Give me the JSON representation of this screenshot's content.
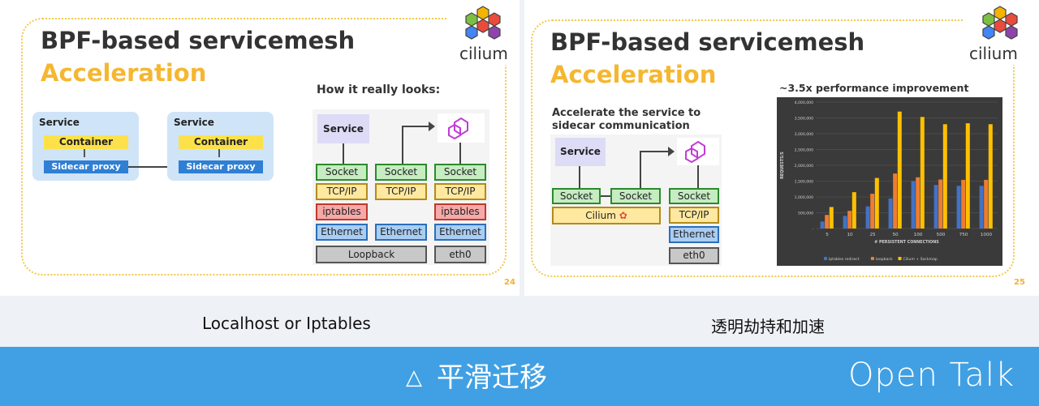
{
  "slide_left": {
    "title_line1": "BPF-based servicemesh",
    "title_line2": "Acceleration",
    "logo_text": "cilium",
    "page_number": "24",
    "services": [
      {
        "label": "Service",
        "container": "Container",
        "sidecar": "Sidecar proxy"
      },
      {
        "label": "Service",
        "container": "Container",
        "sidecar": "Sidecar proxy"
      }
    ],
    "diagram_heading": "How it really looks:",
    "diagram": {
      "service": "Service",
      "col1": [
        "Socket",
        "TCP/IP",
        "iptables",
        "Ethernet"
      ],
      "col2": [
        "Socket",
        "TCP/IP",
        "Ethernet"
      ],
      "col3": [
        "Socket",
        "TCP/IP",
        "iptables",
        "Ethernet",
        "eth0"
      ],
      "loopback": "Loopback"
    }
  },
  "slide_right": {
    "title_line1": "BPF-based servicemesh",
    "title_line2": "Acceleration",
    "logo_text": "cilium",
    "page_number": "25",
    "subtitle_line1": "Accelerate the service to",
    "subtitle_line2": "sidecar communication",
    "diagram": {
      "service": "Service",
      "socket_a": "Socket",
      "socket_b": "Socket",
      "cilium": "Cilium",
      "col3": [
        "Socket",
        "TCP/IP",
        "Ethernet",
        "eth0"
      ]
    },
    "chart_heading": "~3.5x performance improvement"
  },
  "chart_data": {
    "type": "bar",
    "categories": [
      "5",
      "10",
      "25",
      "50",
      "100",
      "500",
      "750",
      "1000"
    ],
    "xlabel": "# PERSISTENT CONNECTIONS",
    "ylabel": "REQUESTS/S",
    "ylim": [
      0,
      4000000
    ],
    "yticks": [
      "-",
      "500,000",
      "1,000,000",
      "1,500,000",
      "2,000,000",
      "2,500,000",
      "3,000,000",
      "3,500,000",
      "4,000,000"
    ],
    "series": [
      {
        "name": "Iptables redirect",
        "color": "#4472c4",
        "values": [
          220000,
          400000,
          700000,
          950000,
          1500000,
          1380000,
          1350000,
          1350000
        ]
      },
      {
        "name": "loopback",
        "color": "#ed7d31",
        "values": [
          430000,
          560000,
          1100000,
          1740000,
          1620000,
          1550000,
          1540000,
          1540000
        ]
      },
      {
        "name": "Cilium + Sockmap",
        "color": "#ffc000",
        "values": [
          680000,
          1150000,
          1600000,
          3700000,
          3530000,
          3300000,
          3330000,
          3300000
        ]
      }
    ],
    "grid": true,
    "legend": "bottom"
  },
  "captions": {
    "left": "Localhost or Iptables",
    "right": "透明劫持和加速"
  },
  "banner": {
    "icon": "△",
    "title": "平滑迁移",
    "brand": "Open Talk"
  },
  "colors": {
    "accent_yellow": "#f5b731",
    "banner_blue": "#41a0e3"
  }
}
